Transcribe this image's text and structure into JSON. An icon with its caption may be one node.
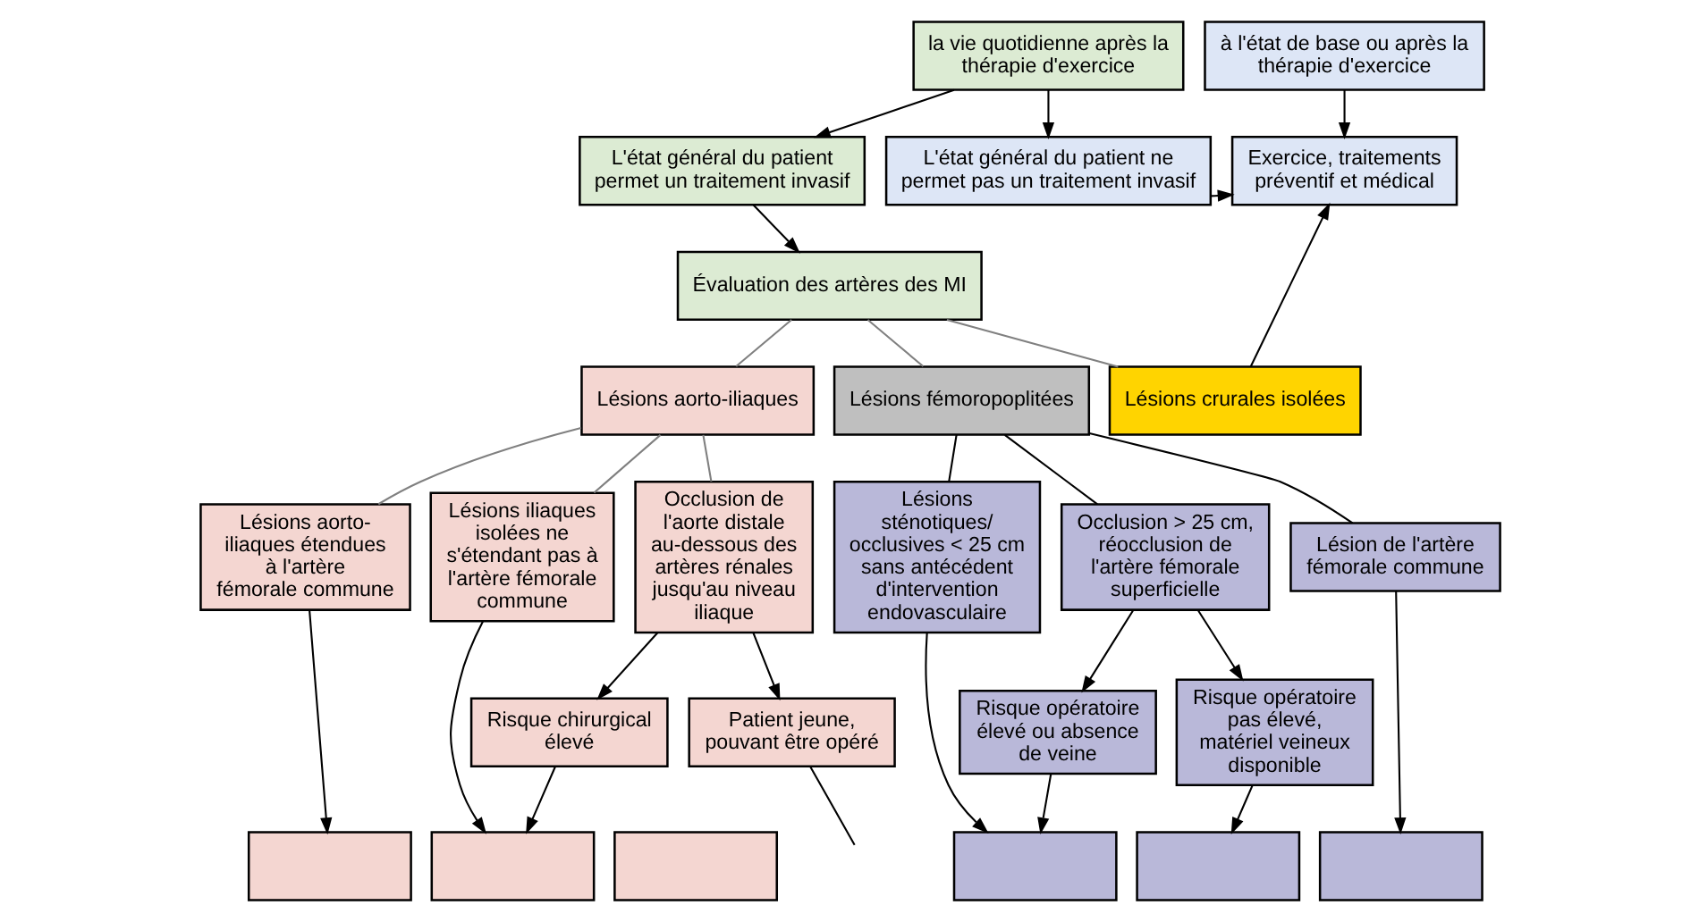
{
  "diagram": {
    "nodes": [
      {
        "text": [
          "la vie quotidienne après la thérapie d'exercice"
        ]
      },
      {
        "text": [
          "à l'état de base ou après la thérapie d'exercice"
        ]
      },
      {
        "text": [
          "L'état général du patient permet un traitement invasif"
        ]
      },
      {
        "text": [
          "L'état général du patient ne permet pas un traitement invasif"
        ]
      },
      {
        "text": [
          "Exercice, traitements préventif et médical"
        ]
      },
      {
        "text": [
          "Évaluation des artères des MI"
        ]
      },
      {
        "text": [
          "Lésions aorto-iliaques"
        ]
      },
      {
        "text": [
          "Lésions fémoropoplitées"
        ]
      },
      {
        "text": [
          "Lésions crurales isolées"
        ]
      },
      {
        "text": [
          "Lésions aorto-iliaques étendues à l'artère fémorale commune"
        ]
      },
      {
        "text": [
          "Lésions iliaques isolées ne s'étendant pas à l'artère fémorale commune"
        ]
      },
      {
        "text": [
          "Occlusion de l'aorte distale au-dessous des artères rénales jusqu'au niveau iliaque"
        ]
      },
      {
        "text": [
          "Lésions sténotiques/ occlusives < 25 cm sans antécédent d'intervention endovasculaire"
        ]
      },
      {
        "text": [
          "Occlusion > 25 cm, réocclusion de l'artère fémorale superficielle"
        ]
      },
      {
        "text": [
          "Lésion de l'artère fémorale commune"
        ]
      },
      {
        "text": [
          "Risque chirurgical élevé"
        ]
      },
      {
        "text": [
          "Patient jeune, pouvant être opéré"
        ]
      },
      {
        "text": [
          "Risque opératoire élevé ou absence de veine"
        ]
      },
      {
        "text": [
          "Risque opératoire pas élevé, matériel veineux disponible"
        ]
      },
      {
        "text": [],
        "shape": "box"
      },
      {
        "text": [],
        "shape": "box"
      },
      {
        "text": [],
        "shape": "box"
      },
      {
        "text": [],
        "shape": "box"
      },
      {
        "text": [],
        "shape": "box"
      },
      {
        "text": [],
        "shape": "box"
      }
    ],
    "edges": [
      {
        "from": 0,
        "to": 2,
        "arrow": "to"
      },
      {
        "from": 0,
        "to": 3,
        "arrow": "to"
      },
      {
        "from": 1,
        "to": 4,
        "arrow": "to"
      },
      {
        "from": 3,
        "to": 4,
        "arrow": "to"
      },
      {
        "from": 2,
        "to": 5,
        "arrow": "to"
      },
      {
        "from": 5,
        "to": 6,
        "arrow": "none",
        "color": "#808080"
      },
      {
        "from": 5,
        "to": 7,
        "arrow": "none",
        "color": "#808080"
      },
      {
        "from": 5,
        "to": 8,
        "arrow": "none",
        "color": "#808080"
      },
      {
        "from": 8,
        "to": 4,
        "arrow": "to"
      },
      {
        "from": 6,
        "to": 9,
        "arrow": "none",
        "color": "#808080"
      },
      {
        "from": 6,
        "to": 10,
        "arrow": "none",
        "color": "#808080"
      },
      {
        "from": 6,
        "to": 11,
        "arrow": "none",
        "color": "#808080"
      },
      {
        "from": 7,
        "to": 12,
        "arrow": "none"
      },
      {
        "from": 7,
        "to": 13,
        "arrow": "none"
      },
      {
        "from": 7,
        "to": 14,
        "arrow": "none"
      },
      {
        "from": 11,
        "to": 15,
        "arrow": "to"
      },
      {
        "from": 11,
        "to": 16,
        "arrow": "to"
      },
      {
        "from": 13,
        "to": 17,
        "arrow": "to"
      },
      {
        "from": 13,
        "to": 18,
        "arrow": "to"
      },
      {
        "from": 9,
        "to": 19,
        "arrow": "to"
      },
      {
        "from": 10,
        "to": 20,
        "arrow": "to"
      },
      {
        "from": 15,
        "to": 20,
        "arrow": "to"
      },
      {
        "from": 16,
        "to": null,
        "arrow": "none"
      },
      {
        "from": 12,
        "to": 22,
        "arrow": "to"
      },
      {
        "from": 17,
        "to": 22,
        "arrow": "to"
      },
      {
        "from": 18,
        "to": 23,
        "arrow": "to"
      },
      {
        "from": 14,
        "to": 24,
        "arrow": "to"
      }
    ]
  }
}
